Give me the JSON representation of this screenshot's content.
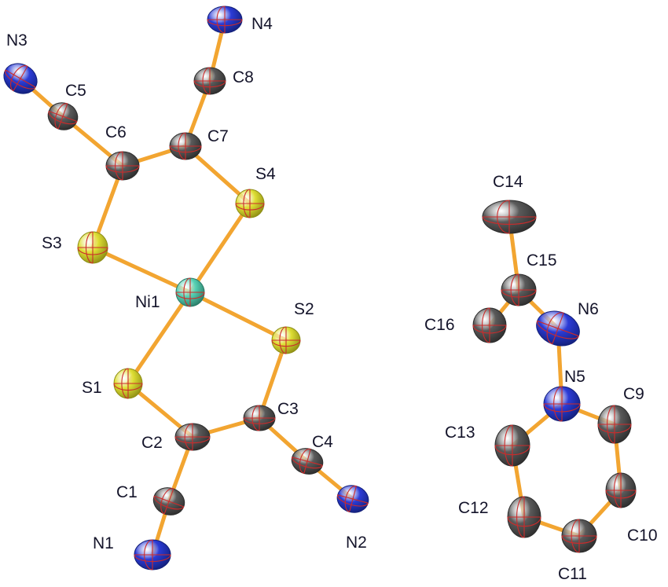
{
  "elements": {
    "C": {
      "fill": "#5a5a5a",
      "stroke": "#2c2c2c"
    },
    "N": {
      "fill": "#2b3bd6",
      "stroke": "#13207a"
    },
    "S": {
      "fill": "#dede34",
      "stroke": "#8d8d14"
    },
    "Ni": {
      "fill": "#56d1b4",
      "stroke": "#2a7a66"
    }
  },
  "bond_color": "#f2a531",
  "atoms": [
    {
      "id": "Ni1",
      "label": "Ni1",
      "el": "Ni"
    },
    {
      "id": "S1",
      "label": "S1",
      "el": "S"
    },
    {
      "id": "S2",
      "label": "S2",
      "el": "S"
    },
    {
      "id": "S3",
      "label": "S3",
      "el": "S"
    },
    {
      "id": "S4",
      "label": "S4",
      "el": "S"
    },
    {
      "id": "C1",
      "label": "C1",
      "el": "C"
    },
    {
      "id": "C2",
      "label": "C2",
      "el": "C"
    },
    {
      "id": "C3",
      "label": "C3",
      "el": "C"
    },
    {
      "id": "C4",
      "label": "C4",
      "el": "C"
    },
    {
      "id": "C5",
      "label": "C5",
      "el": "C"
    },
    {
      "id": "C6",
      "label": "C6",
      "el": "C"
    },
    {
      "id": "C7",
      "label": "C7",
      "el": "C"
    },
    {
      "id": "C8",
      "label": "C8",
      "el": "C"
    },
    {
      "id": "N1",
      "label": "N1",
      "el": "N"
    },
    {
      "id": "N2",
      "label": "N2",
      "el": "N"
    },
    {
      "id": "N3",
      "label": "N3",
      "el": "N"
    },
    {
      "id": "N4",
      "label": "N4",
      "el": "N"
    },
    {
      "id": "C14",
      "label": "C14",
      "el": "C"
    },
    {
      "id": "C15",
      "label": "C15",
      "el": "C"
    },
    {
      "id": "C16",
      "label": "C16",
      "el": "C"
    },
    {
      "id": "N6",
      "label": "N6",
      "el": "N"
    },
    {
      "id": "N5",
      "label": "N5",
      "el": "N"
    },
    {
      "id": "C9",
      "label": "C9",
      "el": "C"
    },
    {
      "id": "C10",
      "label": "C10",
      "el": "C"
    },
    {
      "id": "C11",
      "label": "C11",
      "el": "C"
    },
    {
      "id": "C12",
      "label": "C12",
      "el": "C"
    },
    {
      "id": "C13",
      "label": "C13",
      "el": "C"
    }
  ],
  "bonds": [
    [
      "Ni1",
      "S1"
    ],
    [
      "Ni1",
      "S2"
    ],
    [
      "Ni1",
      "S3"
    ],
    [
      "Ni1",
      "S4"
    ],
    [
      "S1",
      "C2"
    ],
    [
      "S2",
      "C3"
    ],
    [
      "C2",
      "C3"
    ],
    [
      "C2",
      "C1"
    ],
    [
      "C1",
      "N1"
    ],
    [
      "C3",
      "C4"
    ],
    [
      "C4",
      "N2"
    ],
    [
      "S3",
      "C6"
    ],
    [
      "S4",
      "C7"
    ],
    [
      "C6",
      "C7"
    ],
    [
      "C6",
      "C5"
    ],
    [
      "C5",
      "N3"
    ],
    [
      "C7",
      "C8"
    ],
    [
      "C8",
      "N4"
    ],
    [
      "C14",
      "C15"
    ],
    [
      "C15",
      "C16"
    ],
    [
      "C15",
      "N6"
    ],
    [
      "N6",
      "N5"
    ],
    [
      "N5",
      "C9"
    ],
    [
      "C9",
      "C10"
    ],
    [
      "C10",
      "C11"
    ],
    [
      "C11",
      "C12"
    ],
    [
      "C12",
      "C13"
    ],
    [
      "C13",
      "N5"
    ]
  ]
}
